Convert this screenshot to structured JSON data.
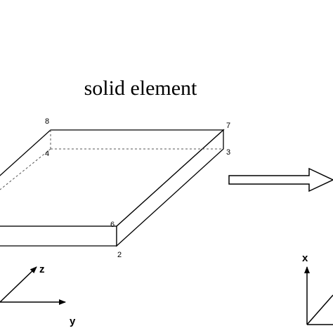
{
  "title": "solid element",
  "nodes": {
    "n8": "8",
    "n7": "7",
    "n4": "4",
    "n3": "3",
    "n6": "6",
    "n2": "2"
  },
  "axes_left": {
    "z": "z",
    "y": "y"
  },
  "axes_right": {
    "x": "x"
  },
  "colors": {
    "line": "#000000",
    "hidden_line": "#555555",
    "arrow_fill": "#ffffff"
  }
}
